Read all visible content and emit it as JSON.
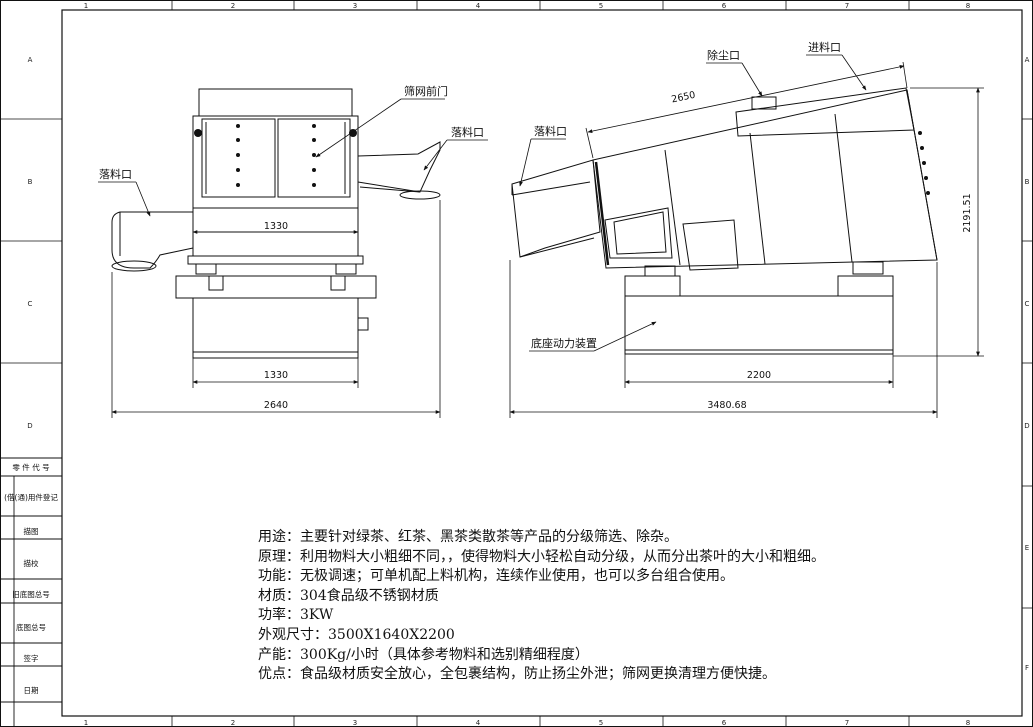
{
  "ruler": {
    "columns": [
      "1",
      "2",
      "3",
      "4",
      "5",
      "6",
      "7",
      "8"
    ],
    "rows": [
      "A",
      "B",
      "C",
      "D",
      "E",
      "F"
    ]
  },
  "side_table": [
    "零 件 代 号",
    "(借(通)用件登记",
    "描图",
    "描校",
    "旧底图总号",
    "底图总号",
    "签字",
    "日期"
  ],
  "front_view": {
    "label_screen_door": "筛网前门",
    "label_outlet_right": "落料口",
    "label_outlet_left": "落料口",
    "dim_upper": "1330",
    "dim_lower": "1330",
    "dim_total": "2640"
  },
  "side_view": {
    "label_dust_port": "除尘口",
    "label_inlet": "进料口",
    "label_outlet": "落料口",
    "label_base": "底座动力装置",
    "dim_screen_length": "2650",
    "dim_height": "2191.51",
    "dim_base": "2200",
    "dim_total": "3480.68"
  },
  "description": [
    "用途：主要针对绿茶、红茶、黑茶类散茶等产品的分级筛选、除杂。",
    "原理：利用物料大小粗细不同，，使得物料大小轻松自动分级，从而分出茶叶的大小和粗细。",
    "功能：无极调速；可单机配上料机构，连续作业使用，也可以多台组合使用。",
    "材质：304食品级不锈钢材质",
    "功率：3KW",
    "外观尺寸：3500X1640X2200",
    "产能：300Kg/小时（具体参考物料和选别精细程度）",
    "优点：食品级材质安全放心，全包裹结构，防止扬尘外泄；筛网更换清理方便快捷。"
  ]
}
